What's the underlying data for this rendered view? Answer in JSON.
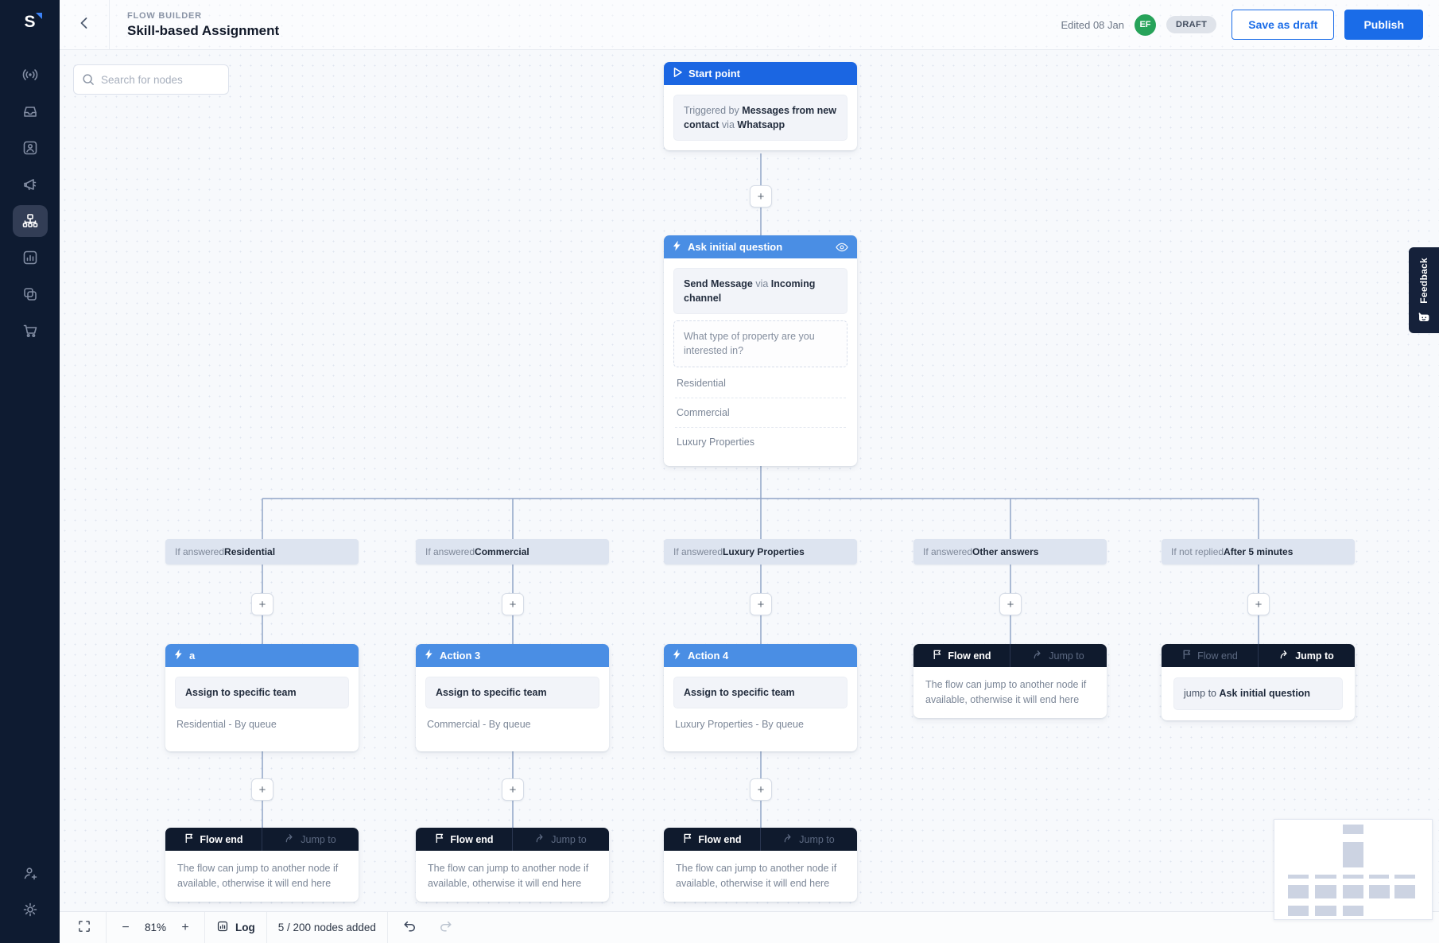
{
  "header": {
    "breadcrumb": "FLOW BUILDER",
    "title": "Skill-based Assignment",
    "edited_label": "Edited 08 Jan",
    "avatar_initials": "EF",
    "status_badge": "DRAFT",
    "save_draft_button": "Save as draft",
    "publish_button": "Publish"
  },
  "sidebar": {
    "logo": "S",
    "items": [
      {
        "icon": "broadcast-icon"
      },
      {
        "icon": "inbox-icon"
      },
      {
        "icon": "contacts-icon"
      },
      {
        "icon": "campaigns-icon"
      },
      {
        "icon": "flow-builder-icon",
        "active": true
      },
      {
        "icon": "analytics-icon"
      },
      {
        "icon": "integrations-icon"
      },
      {
        "icon": "commerce-icon"
      }
    ],
    "bottom_items": [
      {
        "icon": "invite-user-icon"
      },
      {
        "icon": "settings-icon"
      }
    ]
  },
  "canvas": {
    "search_placeholder": "Search for nodes"
  },
  "flow": {
    "plus_label": "+",
    "start": {
      "title": "Start point",
      "body_prefix": "Triggered by ",
      "body_bold1": "Messages from new contact",
      "body_mid": " via ",
      "body_bold2": "Whatsapp"
    },
    "ask": {
      "title": "Ask initial question",
      "line1_bold1": "Send Message",
      "line1_mid": " via ",
      "line1_bold2": "Incoming channel",
      "question": "What type of property are you interested in?",
      "answers": [
        "Residential",
        "Commercial",
        "Luxury Properties"
      ]
    },
    "conditions": [
      {
        "prefix": "If answered ",
        "value": "Residential"
      },
      {
        "prefix": "If answered ",
        "value": "Commercial"
      },
      {
        "prefix": "If answered ",
        "value": "Luxury Properties"
      },
      {
        "prefix": "If answered ",
        "value": "Other answers"
      },
      {
        "prefix": "If not replied ",
        "value": "After 5 minutes"
      }
    ],
    "actions": [
      {
        "title": "a",
        "action": "Assign to specific team",
        "detail": "Residential - By queue"
      },
      {
        "title": "Action 3",
        "action": "Assign to specific team",
        "detail": "Commercial - By queue"
      },
      {
        "title": "Action 4",
        "action": "Assign to specific team",
        "detail": "Luxury Properties - By queue"
      }
    ],
    "end": {
      "flow_end_label": "Flow end",
      "jump_to_label": "Jump to",
      "end_text": "The flow can jump to another node if available, otherwise it will end here",
      "jump_prefix": "jump to ",
      "jump_target": "Ask initial question"
    }
  },
  "toolbar": {
    "zoom_out": "−",
    "zoom_level": "81%",
    "zoom_in": "+",
    "log_label": "Log",
    "nodes_count": "5 / 200 nodes added"
  },
  "feedback_tab": "Feedback",
  "colors": {
    "primary_blue": "#1a6ce8",
    "start_header_blue": "#1b66e2",
    "node_header_blue": "#4a8ee4",
    "dark_header": "#0f1a2d",
    "avatar_green": "#27a35a",
    "connector": "#90a4c6",
    "sidebar_bg": "#0e1b31"
  }
}
